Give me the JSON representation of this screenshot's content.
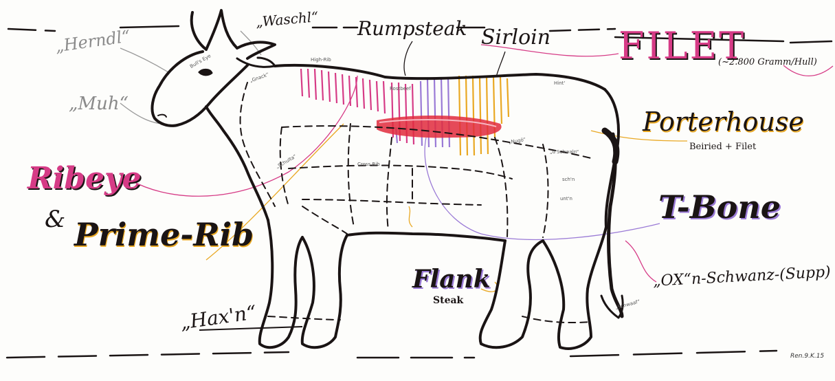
{
  "colors": {
    "ink": "#1a1414",
    "pink": "#d63b86",
    "gold": "#e9a823",
    "purple": "#9a7ad6",
    "red": "#e02a3c",
    "gray": "#8a8a8a"
  },
  "labels": {
    "herndl": "„Herndl“",
    "waschl": "„Waschl“",
    "rumpsteak": "Rumpsteak",
    "sirloin": "Sirloin",
    "filet": "FILET",
    "filet_weight": "(~2.800 Gramm/Hull)",
    "muh": "„Muh“",
    "bulls_eye": "Bull's Eye",
    "gnack": "„Gnack“",
    "high_rib": "High-Rib",
    "rostbeef": "Rostbeef",
    "hint": "Hint'",
    "porterhouse": "Porterhouse",
    "porterhouse_sub": "Beiried + Filet",
    "ribeye": "Ribeye",
    "ampersand": "&",
    "prime_rib": "Prime-Rib",
    "schulta": "„Schulta“",
    "cross_rib": "Cross Rib",
    "nugo": "„Nugö“",
    "schwaln": "„d'Schwaln“",
    "schaln_a": "sch'n",
    "schaln_b": "unt'n",
    "t_bone": "T-Bone",
    "oxn": "„OX“n-Schwanz-(Supp)",
    "flank": "Flank",
    "flank_sub": "Steak",
    "haxn": "„Hax'n“",
    "schwaaf": "„Schwaaf“",
    "signature": "Ren.9.K.15"
  }
}
